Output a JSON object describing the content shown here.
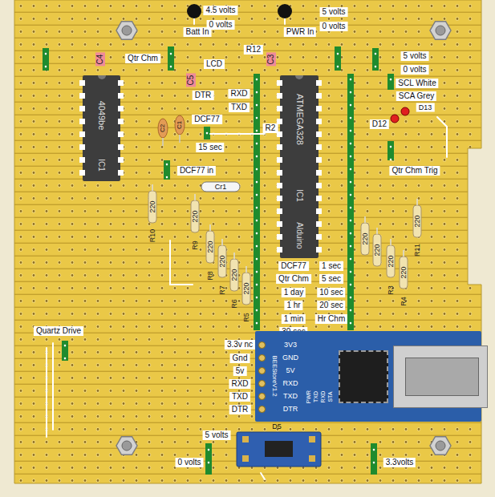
{
  "diagram": {
    "nodes": [
      {
        "text": [
          "4049be",
          "IC1"
        ]
      },
      {
        "text": [
          "ATMEGA328",
          "IC1",
          "Alduino"
        ]
      },
      {
        "text": [
          "BEEStoreV1.2",
          "3V3",
          "GND",
          "5V",
          "RXD",
          "TXD",
          "DTR",
          "PWR",
          "TXD",
          "RXD",
          "STA"
        ]
      }
    ],
    "labels": [
      "4.5 volts",
      "0 volts",
      "Batt In",
      "5 volts",
      "0 volts",
      "PWR In",
      "5 volts",
      "0 volts",
      "Qtr Chm",
      "C4",
      "LCD",
      "R12",
      "C3",
      "C5",
      "DTR",
      "RXD",
      "TXD",
      "SCL White",
      "SCA Grey",
      "D13",
      "D12",
      "DCF77",
      "C2",
      "C1",
      "R2",
      "15 sec",
      "DCF77 in",
      "Qtr Chm Trig",
      "Cr1",
      "220",
      "R10",
      "220",
      "R9",
      "220",
      "R8",
      "220",
      "R7",
      "220",
      "R6",
      "220",
      "R5",
      "220",
      "220",
      "220",
      "R3",
      "220",
      "R4",
      "220",
      "R11",
      "DCF77",
      "1 sec",
      "Qtr Chm",
      "5 sec",
      "1 day",
      "10 sec",
      "1 hr",
      "20 sec",
      "1 min",
      "Hr Chm",
      "30 sec",
      "3.3v nc",
      "Gnd",
      "5v",
      "RXD",
      "TXD",
      "DTR",
      "Quartz Drive",
      "5 volts",
      "0 volts",
      "3.3volts",
      "D5"
    ]
  }
}
